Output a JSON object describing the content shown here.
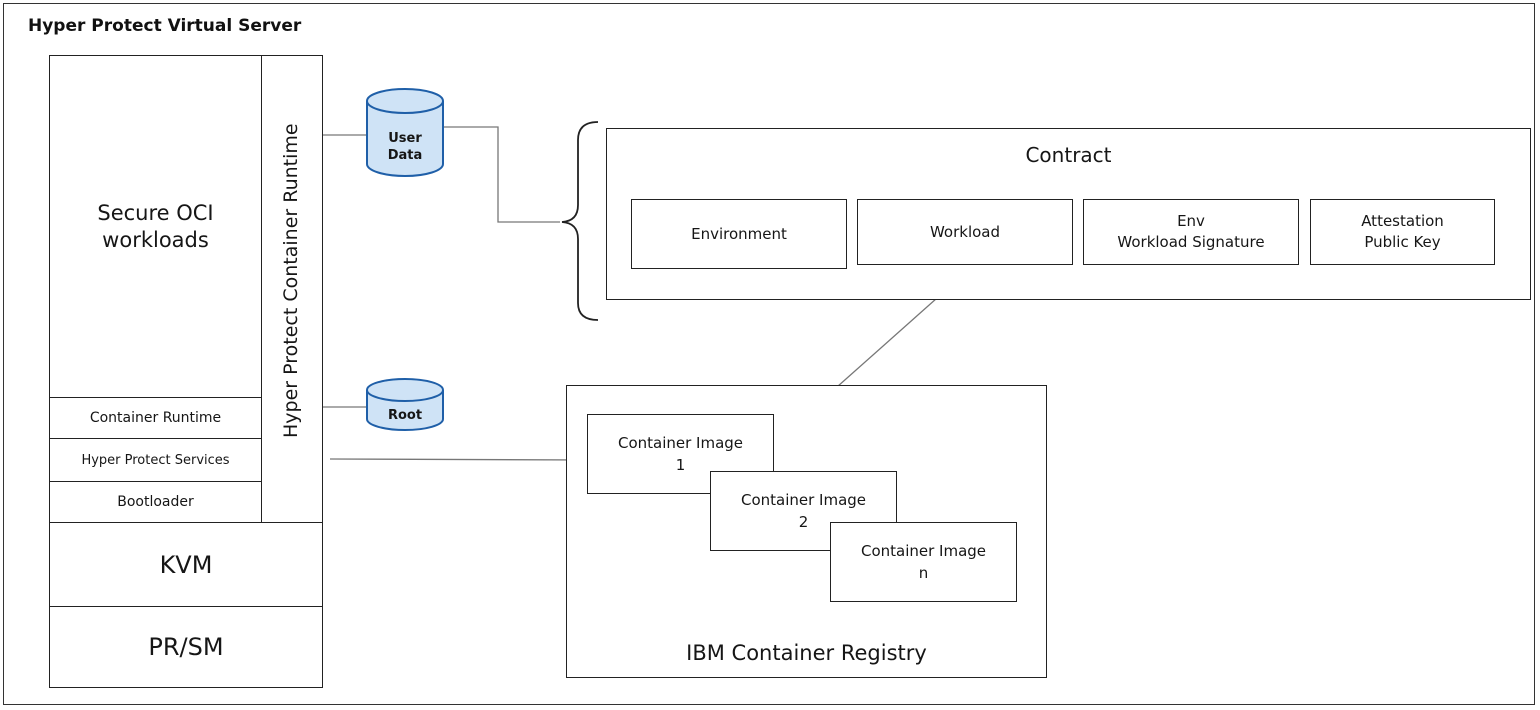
{
  "title": "Hyper Protect Virtual Server",
  "stack": {
    "workloads": "Secure OCI\nworkloads",
    "container_runtime": "Container Runtime",
    "hyper_protect_services": "Hyper Protect Services",
    "bootloader": "Bootloader",
    "runtime_vertical": "Hyper Protect Container Runtime",
    "kvm": "KVM",
    "prsm": "PR/SM"
  },
  "storage": {
    "user_data": "User\nData",
    "root": "Root"
  },
  "contract": {
    "title": "Contract",
    "items": [
      "Environment",
      "Workload",
      "Env\nWorkload Signature",
      "Attestation\nPublic Key"
    ]
  },
  "registry": {
    "title": "IBM Container Registry",
    "images": [
      "Container Image\n1",
      "Container Image\n2",
      "Container Image\nn"
    ]
  },
  "colors": {
    "cylinder_fill": "#cfe3f6",
    "cylinder_stroke": "#1f5fa8",
    "line": "#777777"
  }
}
